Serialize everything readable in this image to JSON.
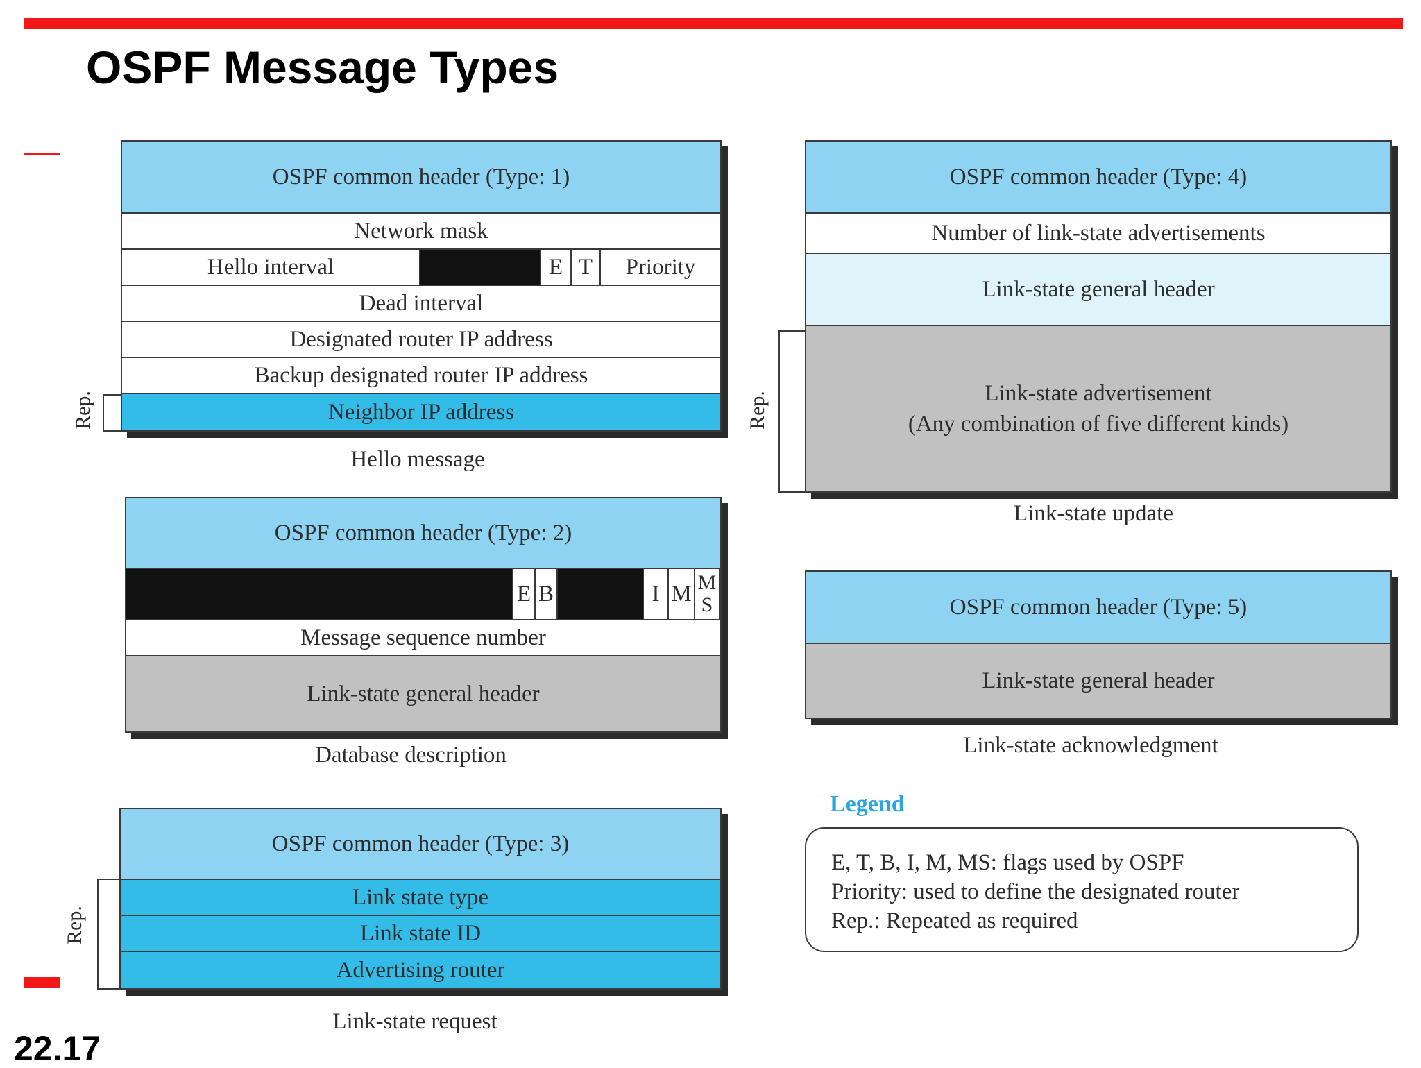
{
  "slide": {
    "title": "OSPF Message Types",
    "page_number": "22.17"
  },
  "hello": {
    "header": "OSPF common header (Type: 1)",
    "network_mask": "Network mask",
    "hello_interval": "Hello  interval",
    "flag_e": "E",
    "flag_t": "T",
    "priority": "Priority",
    "dead_interval": "Dead interval",
    "designated_router": "Designated router IP address",
    "backup_designated_router": "Backup designated router IP address",
    "neighbor": "Neighbor IP address",
    "rep": "Rep.",
    "caption": "Hello message"
  },
  "dbd": {
    "header": "OSPF common header (Type: 2)",
    "flag_e": "E",
    "flag_b": "B",
    "flag_i": "I",
    "flag_m": "M",
    "flag_ms_m": "M",
    "flag_ms_s": "S",
    "sequence": "Message sequence number",
    "lsa_header": "Link-state general header",
    "caption": "Database description"
  },
  "lsr": {
    "header": "OSPF common header (Type: 3)",
    "type": "Link state type",
    "id": "Link state ID",
    "router": "Advertising router",
    "rep": "Rep.",
    "caption": "Link-state request"
  },
  "lsu": {
    "header": "OSPF common header (Type: 4)",
    "count": "Number of link-state advertisements",
    "lsa_header": "Link-state general header",
    "lsa_line1": "Link-state advertisement",
    "lsa_line2": "(Any combination of five different kinds)",
    "rep": "Rep.",
    "caption": "Link-state update"
  },
  "lsack": {
    "header": "OSPF common header (Type: 5)",
    "lsa_header": "Link-state general header",
    "caption": "Link-state acknowledgment"
  },
  "legend": {
    "title": "Legend",
    "line1": "E, T, B, I, M, MS: flags used by OSPF",
    "line2": "Priority: used to define the designated router",
    "line3": "Rep.: Repeated as required"
  },
  "colors": {
    "accent_red": "#f21818",
    "header_blue": "#8fd3f2",
    "repeat_cyan": "#33bce8",
    "lsa_gray": "#c1c1c1",
    "legend_blue": "#2aa8de"
  }
}
